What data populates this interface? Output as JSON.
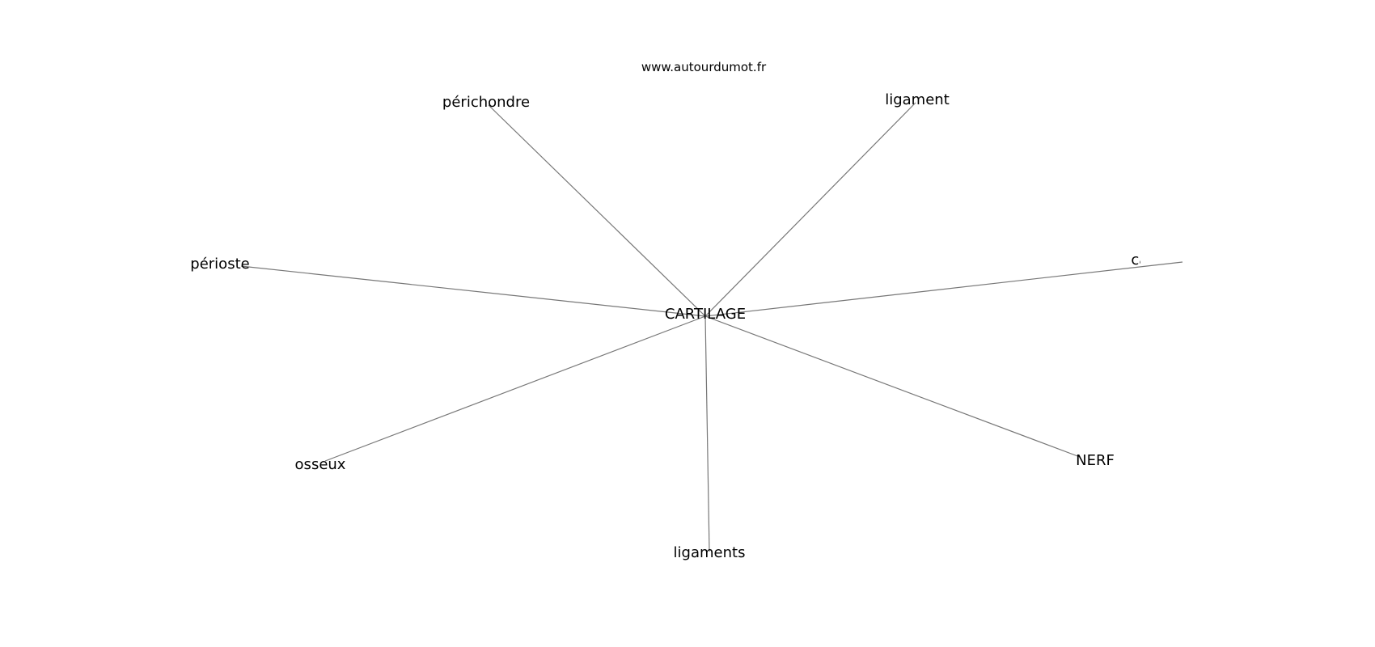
{
  "watermark": "www.autourdumot.fr",
  "graph": {
    "center": {
      "id": "cartilage",
      "label": "CARTILAGE"
    },
    "nodes": [
      {
        "id": "perichondre",
        "label": "périchondre"
      },
      {
        "id": "ligament",
        "label": "ligament"
      },
      {
        "id": "cartilagineuse",
        "label": "cartilagineuse"
      },
      {
        "id": "perioste",
        "label": "périoste"
      },
      {
        "id": "osseux",
        "label": "osseux"
      },
      {
        "id": "ligaments",
        "label": "ligaments"
      },
      {
        "id": "nerf",
        "label": "NERF"
      }
    ]
  }
}
